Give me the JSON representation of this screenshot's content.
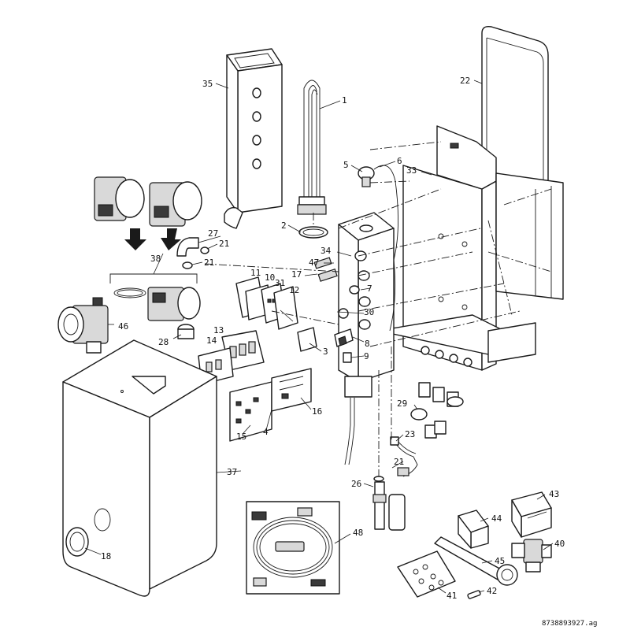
{
  "callouts": {
    "c1": "1",
    "c2": "2",
    "c3": "3",
    "c4": "4",
    "c5": "5",
    "c6": "6",
    "c7": "7",
    "c8": "8",
    "c9": "9",
    "c10": "10",
    "c11": "11",
    "c12": "12",
    "c13": "13",
    "c14": "14",
    "c15": "15",
    "c16": "16",
    "c17": "17",
    "c18": "18",
    "c21a": "21",
    "c21b": "21",
    "c21c": "21",
    "c22": "22",
    "c23": "23",
    "c26": "26",
    "c27": "27",
    "c28": "28",
    "c29": "29",
    "c30": "30",
    "c31": "31",
    "c33": "33",
    "c34": "34",
    "c35": "35",
    "c37": "37",
    "c38": "38",
    "c40": "40",
    "c41": "41",
    "c42": "42",
    "c43": "43",
    "c44": "44",
    "c45": "45",
    "c46": "46",
    "c47": "47",
    "c48": "48"
  },
  "drawing_reference": "8738893927.ag"
}
